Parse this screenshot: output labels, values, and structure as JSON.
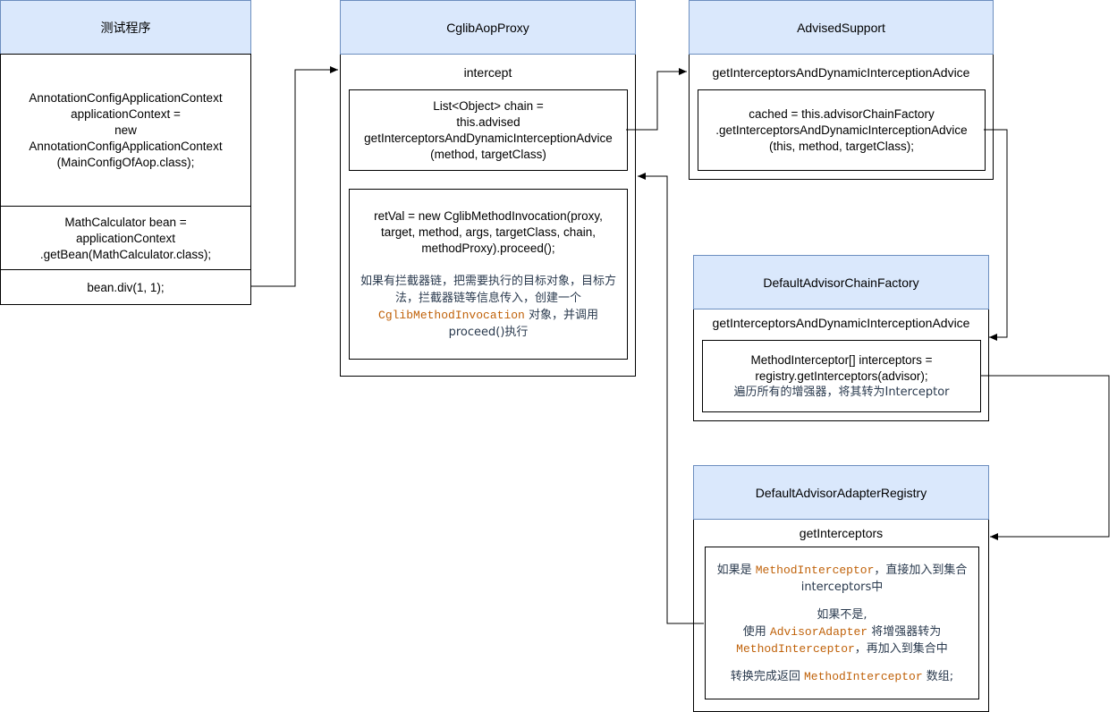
{
  "test": {
    "title": "测试程序",
    "context_lines": [
      "AnnotationConfigApplicationContext",
      "applicationContext =",
      "new",
      "AnnotationConfigApplicationContext",
      "(MainConfigOfAop.class);"
    ],
    "bean_lines": [
      "MathCalculator bean =",
      "applicationContext",
      ".getBean(MathCalculator.class);"
    ],
    "call": "bean.div(1, 1);"
  },
  "cglib": {
    "title": "CglibAopProxy",
    "method": "intercept",
    "chain_lines": [
      "List<Object> chain =",
      "this.advised",
      "getInterceptorsAndDynamicInterceptionAdvice",
      "(method, targetClass)"
    ],
    "retval_lines": [
      "retVal = new CglibMethodInvocation(proxy,",
      "target, method, args, targetClass, chain,",
      "methodProxy).proceed();"
    ],
    "note_a": "如果有拦截器链，把需要执行的目标对象，目标方法，拦截器链等信息传入，创建一个",
    "note_code": "CglibMethodInvocation",
    "note_b": " 对象，并调用",
    "note_c": "proceed()执行"
  },
  "advised": {
    "title": "AdvisedSupport",
    "method": "getInterceptorsAndDynamicInterceptionAdvice",
    "code_lines": [
      "cached = this.advisorChainFactory",
      ".getInterceptorsAndDynamicInterceptionAdvice",
      "(this, method, targetClass);"
    ]
  },
  "factory": {
    "title": "DefaultAdvisorChainFactory",
    "method": "getInterceptorsAndDynamicInterceptionAdvice",
    "code_lines": [
      "MethodInterceptor[] interceptors =",
      "registry.getInterceptors(advisor);"
    ],
    "note": "遍历所有的增强器，将其转为Interceptor"
  },
  "registry": {
    "title": "DefaultAdvisorAdapterRegistry",
    "method": "getInterceptors",
    "p1_a": "如果是 ",
    "p1_code": "MethodInterceptor",
    "p1_b": "，直接加入到集合interceptors中",
    "p2_a": "如果不是,",
    "p2_b": "使用 ",
    "p2_code1": "AdvisorAdapter",
    "p2_c": " 将增强器转为 ",
    "p2_code2": "MethodInterceptor",
    "p2_d": "，再加入到集合中",
    "p3_a": "转换完成返回 ",
    "p3_code": "MethodInterceptor",
    "p3_b": " 数组;"
  }
}
